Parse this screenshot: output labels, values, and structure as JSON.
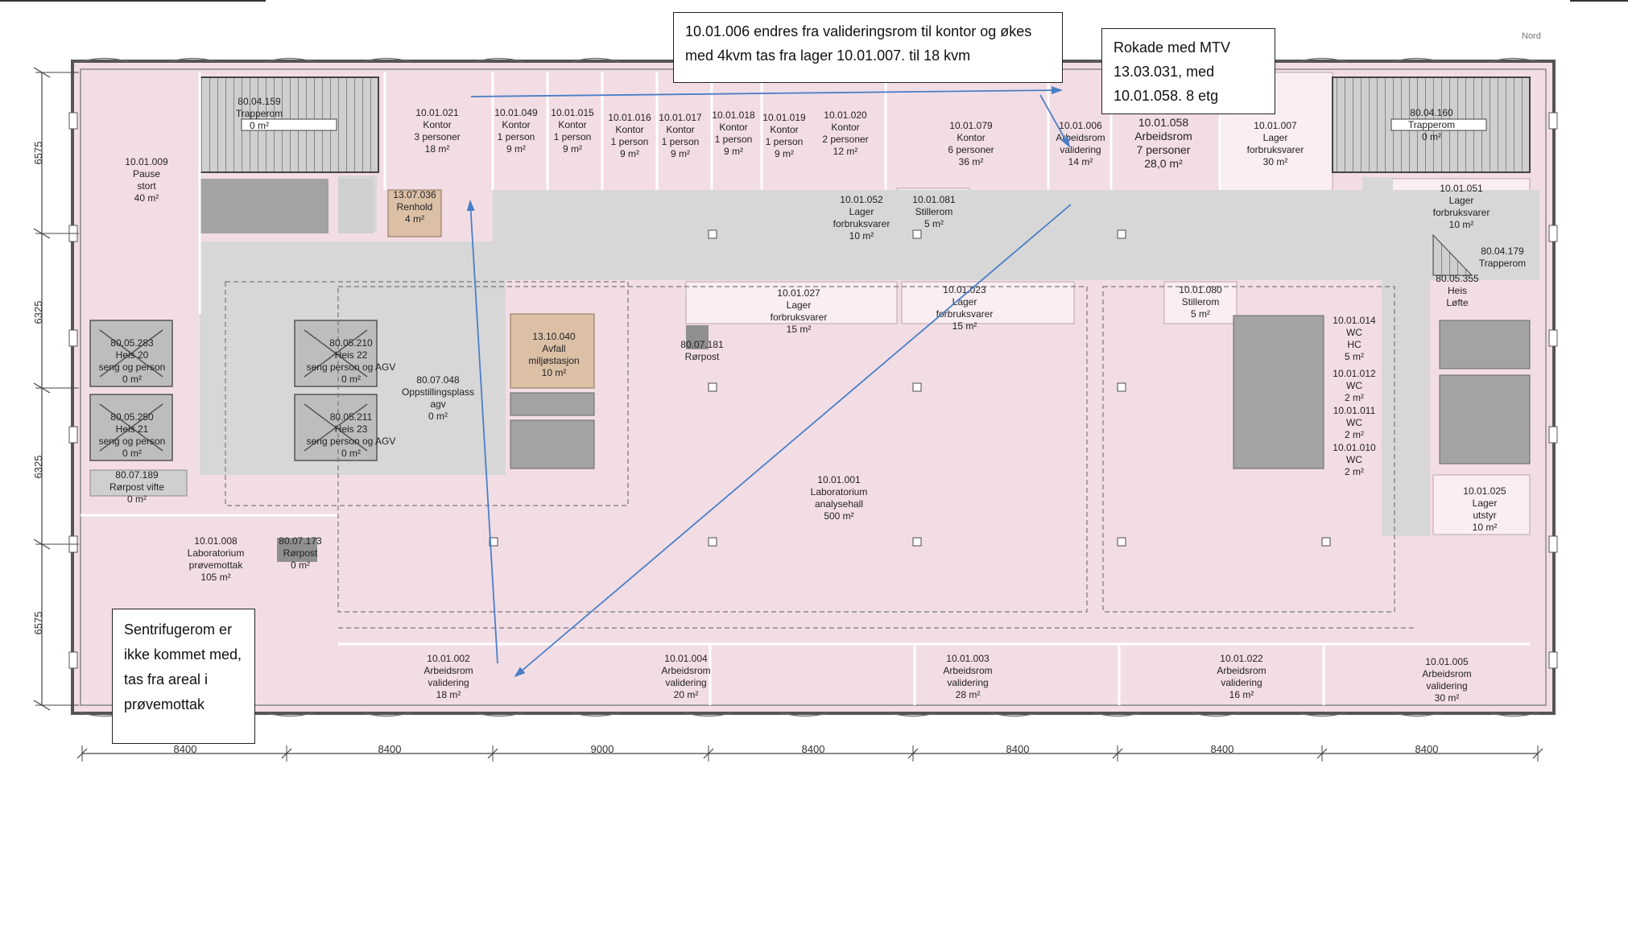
{
  "callouts": {
    "top": "10.01.006 endres fra valideringsrom til kontor og økes med 4kvm tas fra lager 10.01.007. til 18 kvm",
    "right": "Rokade med MTV 13.03.031, med 10.01.058. 8 etg",
    "bottom": "Sentrifugerom er ikke kommet med, tas fra areal i prøvemottak"
  },
  "corner_label": "Nord",
  "dimensions": {
    "bottom": [
      "8400",
      "8400",
      "9000",
      "8400",
      "8400",
      "8400",
      "8400"
    ],
    "left": [
      "6575",
      "6325",
      "6325",
      "6575"
    ]
  },
  "rooms": [
    {
      "id": "r-10-01-009",
      "lines": [
        "10.01.009",
        "Pause",
        "stort",
        "40 m²"
      ]
    },
    {
      "id": "r-80-04-159",
      "lines": [
        "80.04.159",
        "Trapperom",
        "0 m²"
      ]
    },
    {
      "id": "r-10-01-021",
      "lines": [
        "10.01.021",
        "Kontor",
        "3 personer",
        "18 m²"
      ]
    },
    {
      "id": "r-13-07-036",
      "lines": [
        "13.07.036",
        "Renhold",
        "4 m²"
      ]
    },
    {
      "id": "r-10-01-049",
      "lines": [
        "10.01.049",
        "Kontor",
        "1 person",
        "9 m²"
      ]
    },
    {
      "id": "r-10-01-015",
      "lines": [
        "10.01.015",
        "Kontor",
        "1 person",
        "9 m²"
      ]
    },
    {
      "id": "r-10-01-016",
      "lines": [
        "10.01.016",
        "Kontor",
        "1 person",
        "9 m²"
      ]
    },
    {
      "id": "r-10-01-017",
      "lines": [
        "10.01.017",
        "Kontor",
        "1 person",
        "9 m²"
      ]
    },
    {
      "id": "r-10-01-018",
      "lines": [
        "10.01.018",
        "Kontor",
        "1 person",
        "9 m²"
      ]
    },
    {
      "id": "r-10-01-019",
      "lines": [
        "10.01.019",
        "Kontor",
        "1 person",
        "9 m²"
      ]
    },
    {
      "id": "r-10-01-020",
      "lines": [
        "10.01.020",
        "Kontor",
        "2 personer",
        "12 m²"
      ]
    },
    {
      "id": "r-10-01-079",
      "lines": [
        "10.01.079",
        "Kontor",
        "6 personer",
        "36 m²"
      ]
    },
    {
      "id": "r-10-01-006",
      "lines": [
        "10.01.006",
        "Arbeidsrom",
        "validering",
        "14 m²"
      ]
    },
    {
      "id": "r-10-01-058",
      "lines": [
        "10.01.058",
        "Arbeidsrom",
        "7 personer",
        "28,0 m²"
      ]
    },
    {
      "id": "r-10-01-007",
      "lines": [
        "10.01.007",
        "Lager",
        "forbruksvarer",
        "30 m²"
      ]
    },
    {
      "id": "r-80-04-160",
      "lines": [
        "80.04.160",
        "Trapperom",
        "0 m²"
      ]
    },
    {
      "id": "r-10-01-052",
      "lines": [
        "10.01.052",
        "Lager",
        "forbruksvarer",
        "10 m²"
      ]
    },
    {
      "id": "r-10-01-081",
      "lines": [
        "10.01.081",
        "Stillerom",
        "5 m²"
      ]
    },
    {
      "id": "r-10-01-051",
      "lines": [
        "10.01.051",
        "Lager",
        "forbruksvarer",
        "10 m²"
      ]
    },
    {
      "id": "r-80-04-179",
      "lines": [
        "80.04.179",
        "Trapperom"
      ]
    },
    {
      "id": "r-80-05-355",
      "lines": [
        "80.05.355",
        "Heis",
        "Løfte"
      ]
    },
    {
      "id": "r-10-01-027",
      "lines": [
        "10.01.027",
        "Lager",
        "forbruksvarer",
        "15 m²"
      ]
    },
    {
      "id": "r-10-01-023",
      "lines": [
        "10.01.023",
        "Lager",
        "forbruksvarer",
        "15 m²"
      ]
    },
    {
      "id": "r-10-01-080",
      "lines": [
        "10.01.080",
        "Stillerom",
        "5 m²"
      ]
    },
    {
      "id": "r-80-05-283",
      "lines": [
        "80.05.283",
        "Heis 20",
        "seng og person",
        "0 m²"
      ]
    },
    {
      "id": "r-80-05-210",
      "lines": [
        "80.05.210",
        "Heis 22",
        "seng person og AGV",
        "0 m²"
      ]
    },
    {
      "id": "r-80-07-048",
      "lines": [
        "80.07.048",
        "Oppstillingsplass",
        "agv",
        "0 m²"
      ]
    },
    {
      "id": "r-13-10-040",
      "lines": [
        "13.10.040",
        "Avfall",
        "miljøstasjon",
        "10 m²"
      ]
    },
    {
      "id": "r-80-07-181",
      "lines": [
        "80.07.181",
        "Rørpost"
      ]
    },
    {
      "id": "r-10-01-014",
      "lines": [
        "10.01.014",
        "WC",
        "HC",
        "5 m²"
      ]
    },
    {
      "id": "r-10-01-012",
      "lines": [
        "10.01.012",
        "WC",
        "2 m²"
      ]
    },
    {
      "id": "r-10-01-011",
      "lines": [
        "10.01.011",
        "WC",
        "2 m²"
      ]
    },
    {
      "id": "r-10-01-010",
      "lines": [
        "10.01.010",
        "WC",
        "2 m²"
      ]
    },
    {
      "id": "r-80-05-250",
      "lines": [
        "80.05.250",
        "Heis 21",
        "seng og person",
        "0 m²"
      ]
    },
    {
      "id": "r-80-05-211",
      "lines": [
        "80.05.211",
        "Heis 23",
        "seng person og AGV",
        "0 m²"
      ]
    },
    {
      "id": "r-80-07-189",
      "lines": [
        "80.07.189",
        "Rørpost vifte",
        "0 m²"
      ]
    },
    {
      "id": "r-10-01-001",
      "lines": [
        "10.01.001",
        "Laboratorium",
        "analysehall",
        "500 m²"
      ]
    },
    {
      "id": "r-10-01-025",
      "lines": [
        "10.01.025",
        "Lager",
        "utstyr",
        "10 m²"
      ]
    },
    {
      "id": "r-10-01-008",
      "lines": [
        "10.01.008",
        "Laboratorium",
        "prøvemottak",
        "105 m²"
      ]
    },
    {
      "id": "r-80-07-173",
      "lines": [
        "80.07.173",
        "Rørpost",
        "0 m²"
      ]
    },
    {
      "id": "r-10-01-002",
      "lines": [
        "10.01.002",
        "Arbeidsrom",
        "validering",
        "18 m²"
      ]
    },
    {
      "id": "r-10-01-004",
      "lines": [
        "10.01.004",
        "Arbeidsrom",
        "validering",
        "20 m²"
      ]
    },
    {
      "id": "r-10-01-003",
      "lines": [
        "10.01.003",
        "Arbeidsrom",
        "validering",
        "28 m²"
      ]
    },
    {
      "id": "r-10-01-022",
      "lines": [
        "10.01.022",
        "Arbeidsrom",
        "validering",
        "16 m²"
      ]
    },
    {
      "id": "r-10-01-005",
      "lines": [
        "10.01.005",
        "Arbeidsrom",
        "validering",
        "30 m²"
      ]
    }
  ],
  "colors": {
    "room_fill": "#f3dde5",
    "room_fill_light": "#faeef2",
    "corridor": "#d7d7d7",
    "utility_room": "#dcc0a6",
    "elevator": "#bdbdbd",
    "dark_block": "#a3a3a3",
    "arrow": "#4a7fc6",
    "wall": "#555555"
  }
}
